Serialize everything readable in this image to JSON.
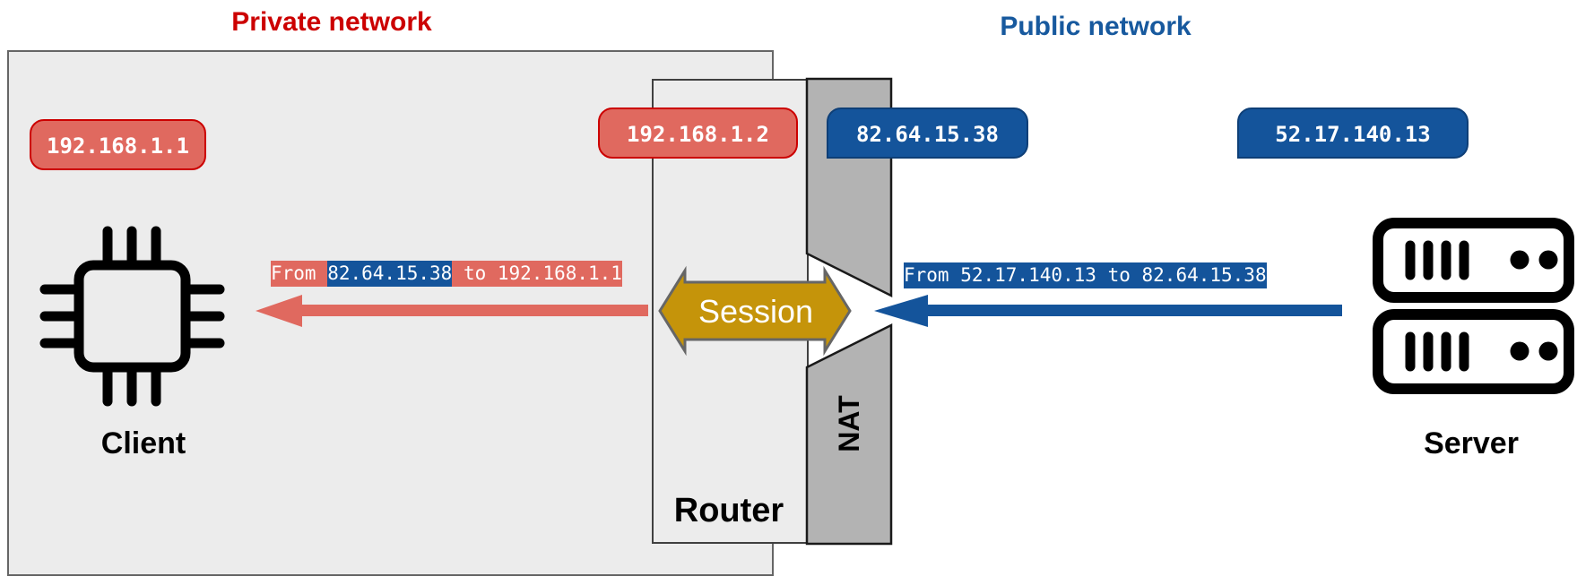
{
  "diagram": {
    "private_network": {
      "title": "Private network"
    },
    "public_network": {
      "title": "Public network"
    },
    "client": {
      "label": "Client",
      "ip": "192.168.1.1"
    },
    "router": {
      "label": "Router",
      "lan_ip": "192.168.1.2",
      "wan_ip": "82.64.15.38"
    },
    "nat": {
      "label": "NAT"
    },
    "session": {
      "label": "Session"
    },
    "server": {
      "label": "Server",
      "ip": "52.17.140.13"
    },
    "flows": {
      "inbound_public": {
        "from_word": "From ",
        "src": "52.17.140.13",
        "to_word": " to ",
        "dst": "82.64.15.38"
      },
      "inbound_private": {
        "from_word": "From ",
        "src": "82.64.15.38",
        "to_word": " to ",
        "dst": "192.168.1.1"
      }
    },
    "colors": {
      "private_accent": "#cc0000",
      "private_fill": "#e0695f",
      "public_accent": "#14549b",
      "session_fill": "#c5940a",
      "nat_fill": "#b3b3b3",
      "box_fill": "#ececec"
    }
  }
}
